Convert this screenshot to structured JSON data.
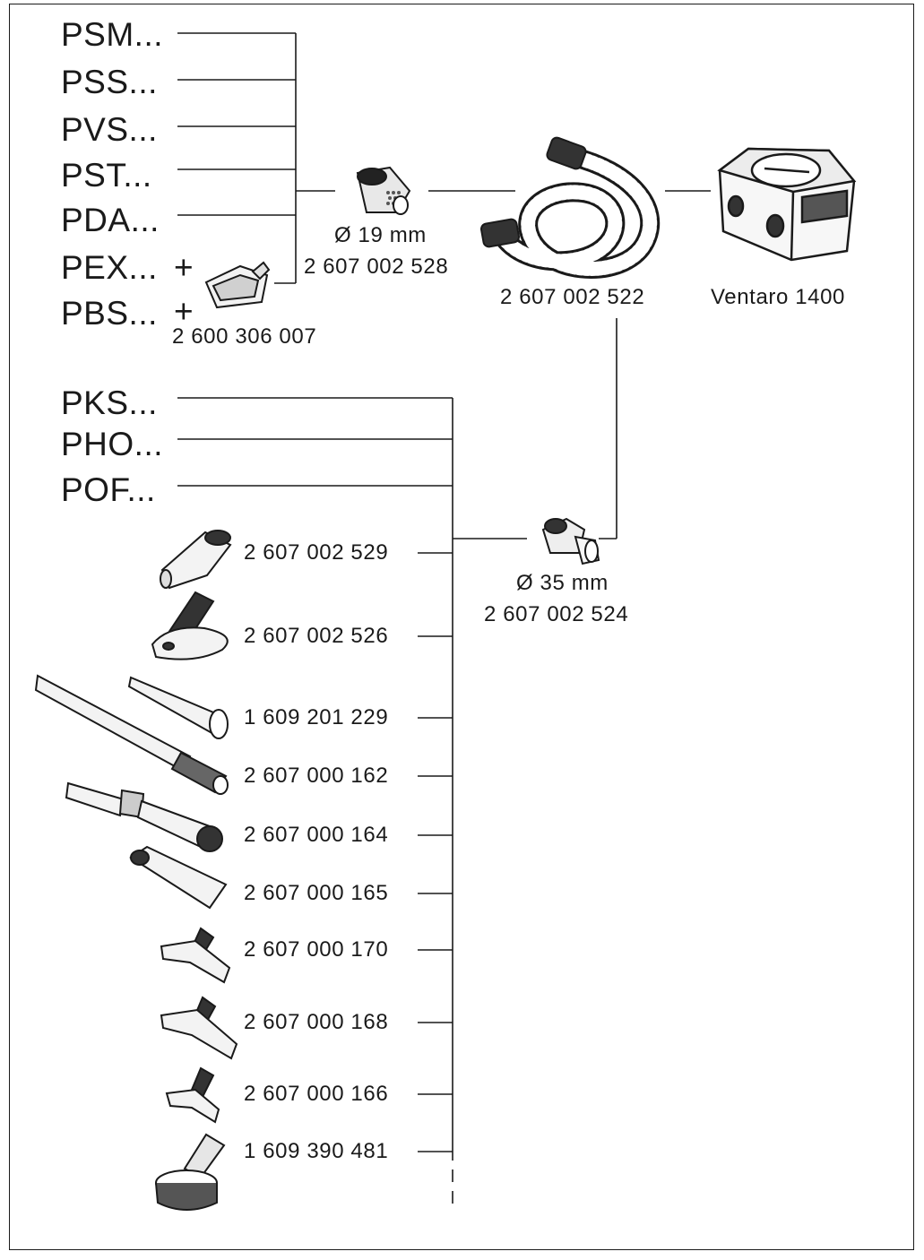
{
  "tool_groups": {
    "group1": [
      "PSM...",
      "PSS...",
      "PVS...",
      "PST...",
      "PDA...",
      "PEX...",
      "PBS..."
    ],
    "plus_sign": "+",
    "group2": [
      "PKS...",
      "PHO...",
      "POF..."
    ]
  },
  "parts": {
    "adapter_19": {
      "diameter": "Ø 19 mm",
      "number": "2 607 002 528"
    },
    "adapter_pex": {
      "number": "2 600 306 007"
    },
    "hose": {
      "number": "2 607 002 522"
    },
    "vacuum": {
      "name": "Ventaro 1400"
    },
    "adapter_35": {
      "diameter": "Ø 35 mm",
      "number": "2 607 002 524"
    }
  },
  "accessories": [
    "2 607 002 529",
    "2 607 002 526",
    "1 609 201 229",
    "2 607 000 162",
    "2 607 000 164",
    "2 607 000 165",
    "2 607 000 170",
    "2 607 000 168",
    "2 607 000 166",
    "1 609 390 481"
  ]
}
